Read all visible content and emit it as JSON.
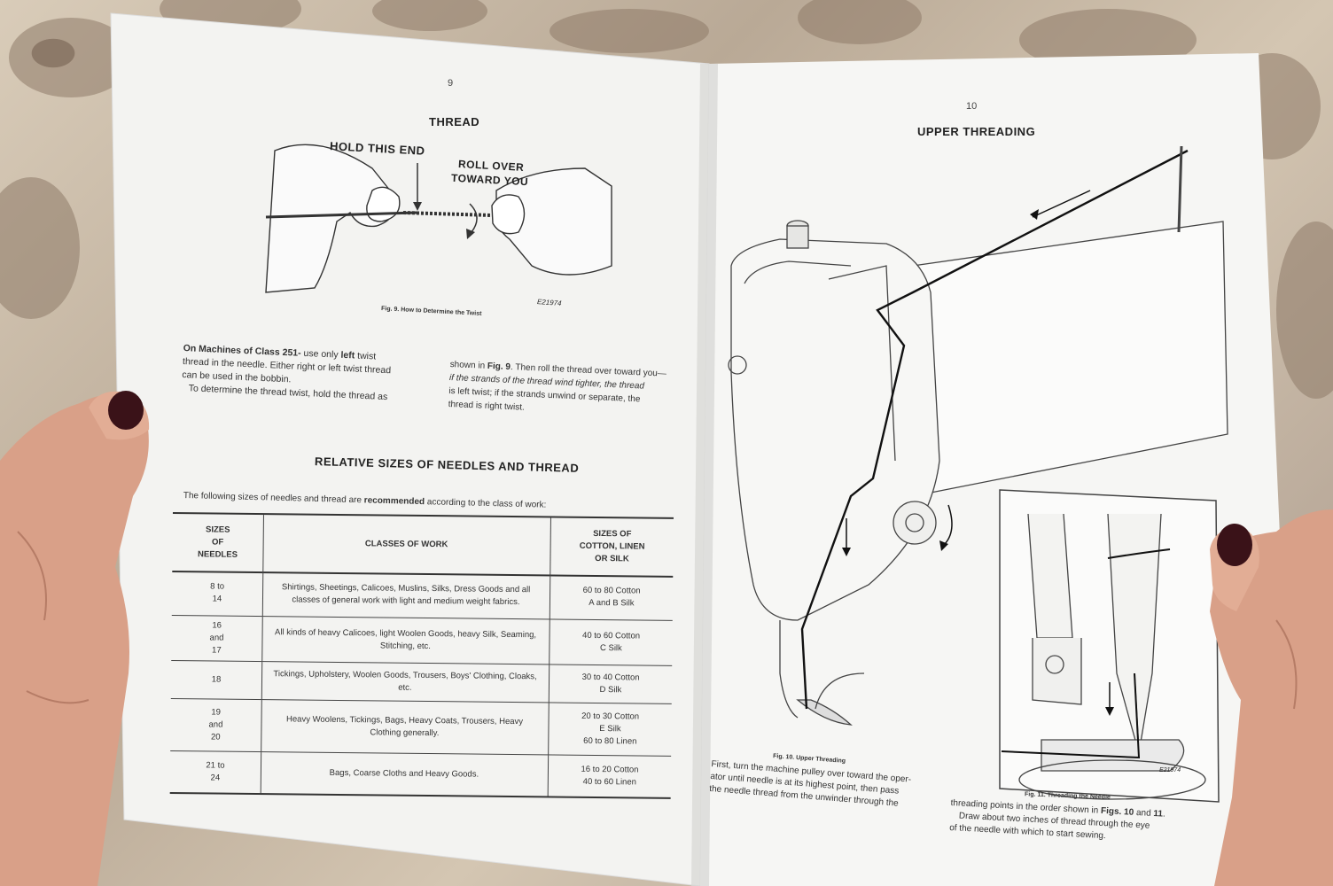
{
  "left_page": {
    "page_number": "9",
    "heading": "THREAD",
    "figure_labels": {
      "hold_end": "HOLD THIS END",
      "roll_over_1": "ROLL OVER",
      "roll_over_2": "TOWARD YOU",
      "code": "E21974"
    },
    "figure_caption": "Fig. 9. How to Determine the Twist",
    "para_lead": "On Machines of Class 251-",
    "para_line1_rest": " use only ",
    "para_line1_bold": "left",
    "para_line1_end": " twist",
    "para_line2": "thread in the needle. Either right or left twist thread",
    "para_line3": "can be used in the bobbin.",
    "para_line4": "To determine the thread twist, hold the thread as",
    "para2_line1_pre": "shown in ",
    "para2_line1_bold": "Fig. 9",
    "para2_line1_end": ". Then roll the thread over toward you—",
    "para2_line2": "if the strands of the thread wind tighter, the thread",
    "para2_line3": "is left twist; if the strands unwind or separate, the",
    "para2_line4": "thread is right twist.",
    "table_heading": "RELATIVE SIZES OF NEEDLES AND THREAD",
    "table_intro_pre": "The following sizes of needles and thread are ",
    "table_intro_bold": "recommended",
    "table_intro_end": " according to the class of work:",
    "table": {
      "headers": [
        "SIZES\nOF\nNEEDLES",
        "CLASSES OF WORK",
        "SIZES OF\nCOTTON, LINEN\nOR SILK"
      ],
      "rows": [
        [
          "8 to\n14",
          "Shirtings, Sheetings, Calicoes, Muslins, Silks, Dress Goods and all classes of general work with light and medium weight fabrics.",
          "60 to 80 Cotton\nA and B Silk"
        ],
        [
          "16\nand\n17",
          "All kinds of heavy Calicoes, light Woolen Goods, heavy Silk, Seaming, Stitching, etc.",
          "40 to 60 Cotton\nC Silk"
        ],
        [
          "18",
          "Tickings, Upholstery, Woolen Goods, Trousers, Boys' Clothing, Cloaks, etc.",
          "30 to 40 Cotton\nD Silk"
        ],
        [
          "19\nand\n20",
          "Heavy Woolens, Tickings, Bags, Heavy Coats, Trousers, Heavy Clothing generally.",
          "20 to 30 Cotton\nE Silk\n60 to 80 Linen"
        ],
        [
          "21 to\n24",
          "Bags, Coarse Cloths and Heavy Goods.",
          "16 to 20 Cotton\n40 to 60 Linen"
        ]
      ]
    }
  },
  "right_page": {
    "page_number": "10",
    "heading": "UPPER THREADING",
    "fig10_caption": "Fig. 10. Upper Threading",
    "fig11_caption": "Fig. 11. Threading the Needle",
    "fig11_code": "E21974",
    "col1_line1": "First, turn the machine pulley over toward the oper-",
    "col1_line2": "ator until needle is at its highest point, then pass",
    "col1_line3": "the needle thread from the unwinder through the",
    "col2_line1_pre": "threading points in the order shown in ",
    "col2_line1_bold": "Figs. 10",
    "col2_line1_mid": " and ",
    "col2_line1_bold2": "11",
    "col2_line1_end": ".",
    "col2_line2": "Draw about two inches of thread through the eye",
    "col2_line3": "of the needle with which to start sewing."
  },
  "colors": {
    "paper": "#f4f4f2",
    "ink": "#2b2b2b",
    "nail": "#3a1218",
    "skin": "#d9a088"
  }
}
